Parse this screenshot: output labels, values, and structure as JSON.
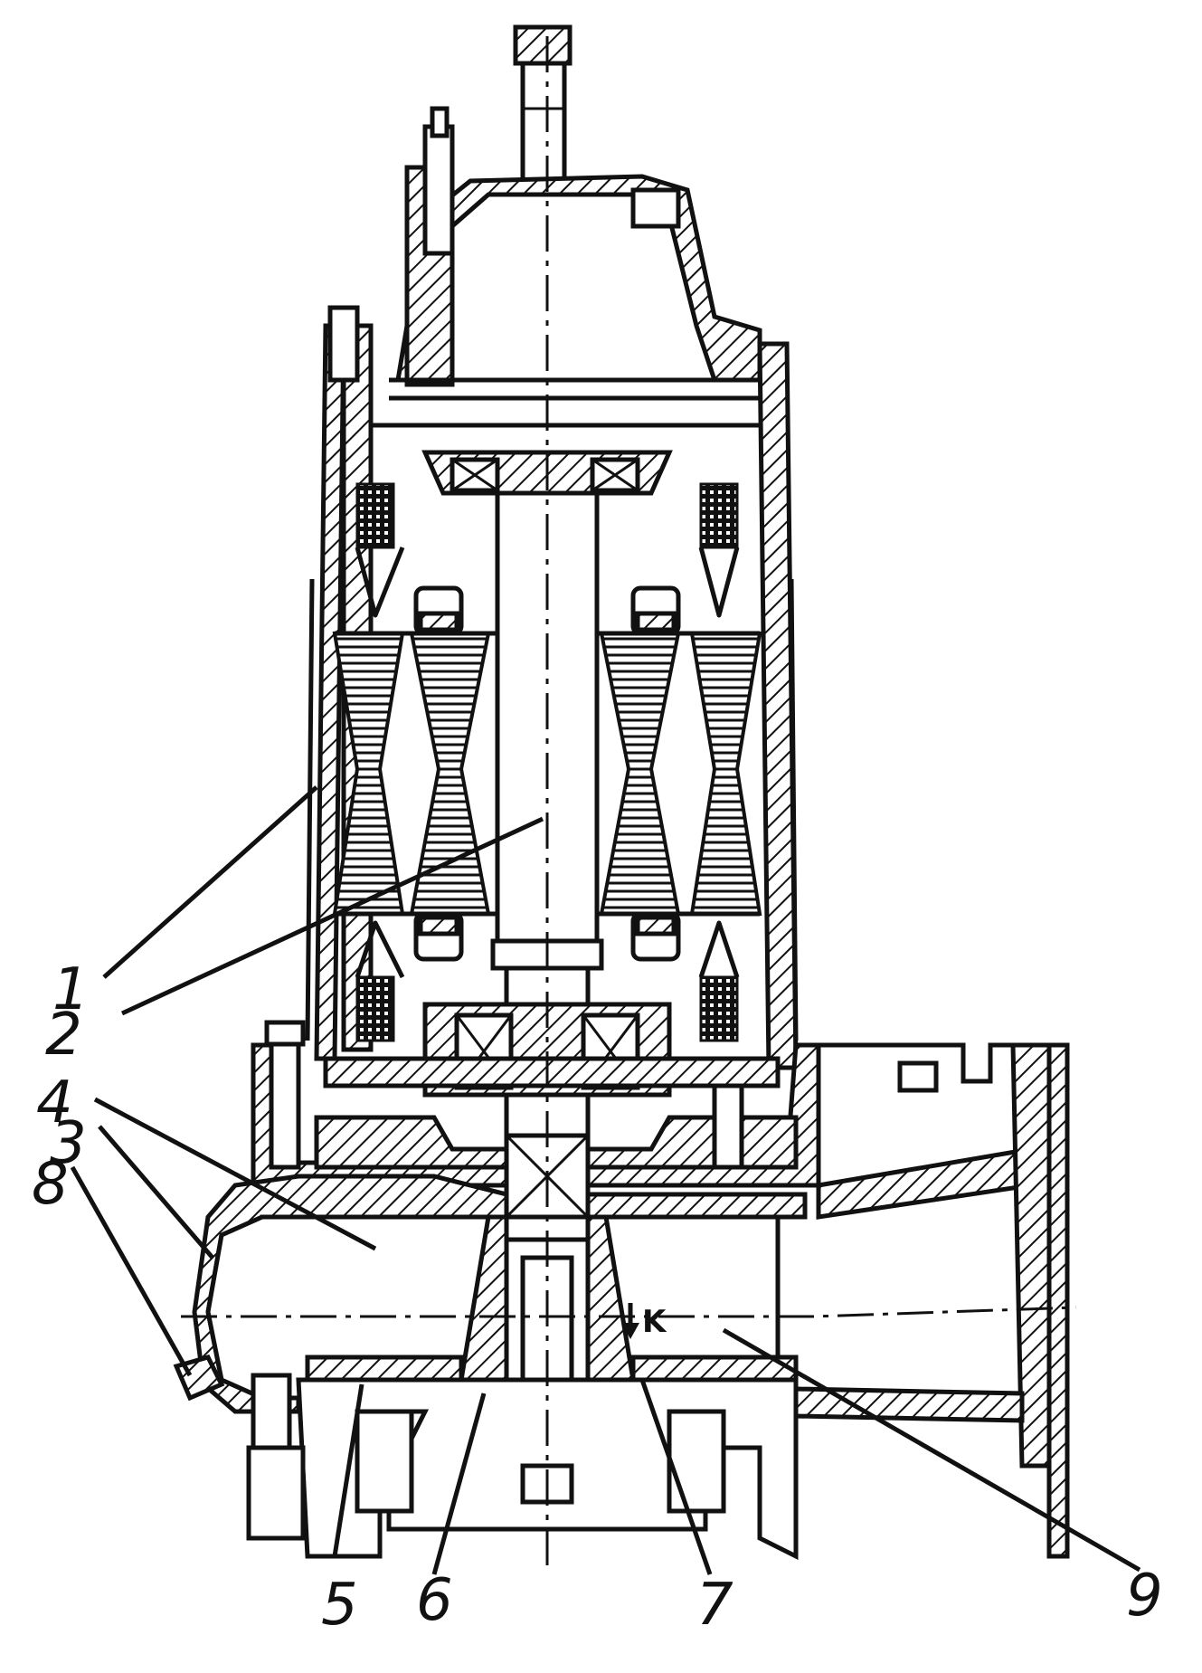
{
  "drawing": {
    "callouts": [
      "1",
      "2",
      "4",
      "3",
      "8",
      "5",
      "6",
      "7",
      "9"
    ],
    "flow_mark": "K"
  }
}
